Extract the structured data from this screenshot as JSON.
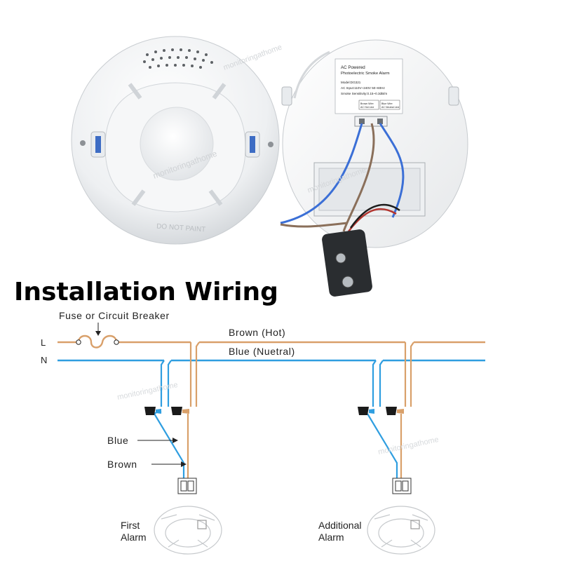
{
  "title": "Installation Wiring",
  "product_label": {
    "line1": "AC Powered",
    "line2": "Photoelectric Smoke Alarm",
    "model": "Model:DG321",
    "input": "AC Input:110V~240V  50~60Hz",
    "sensitivity": "Smoke Sensitivity:0.15~0.3dB/m",
    "brown_wire": "Brown Wire",
    "brown_line": "AC Hot Line",
    "blue_wire": "Blue Wire",
    "blue_line": "AC Neutral Line"
  },
  "detector_embossing": "DO NOT PAINT",
  "watermark": "monitoringathome",
  "wiring": {
    "fuse_label": "Fuse or Circuit Breaker",
    "line_l": "L",
    "line_n": "N",
    "brown_hot": "Brown (Hot)",
    "blue_neutral": "Blue (Nuetral)",
    "blue_pointer": "Blue",
    "brown_pointer": "Brown",
    "first_alarm_line1": "First",
    "first_alarm_line2": "Alarm",
    "additional_alarm_line1": "Additional",
    "additional_alarm_line2": "Alarm"
  },
  "colors": {
    "brown_wire": "#d9a06a",
    "blue_wire": "#2f9ee0",
    "connector": "#1a1a1a",
    "title": "#000000"
  }
}
